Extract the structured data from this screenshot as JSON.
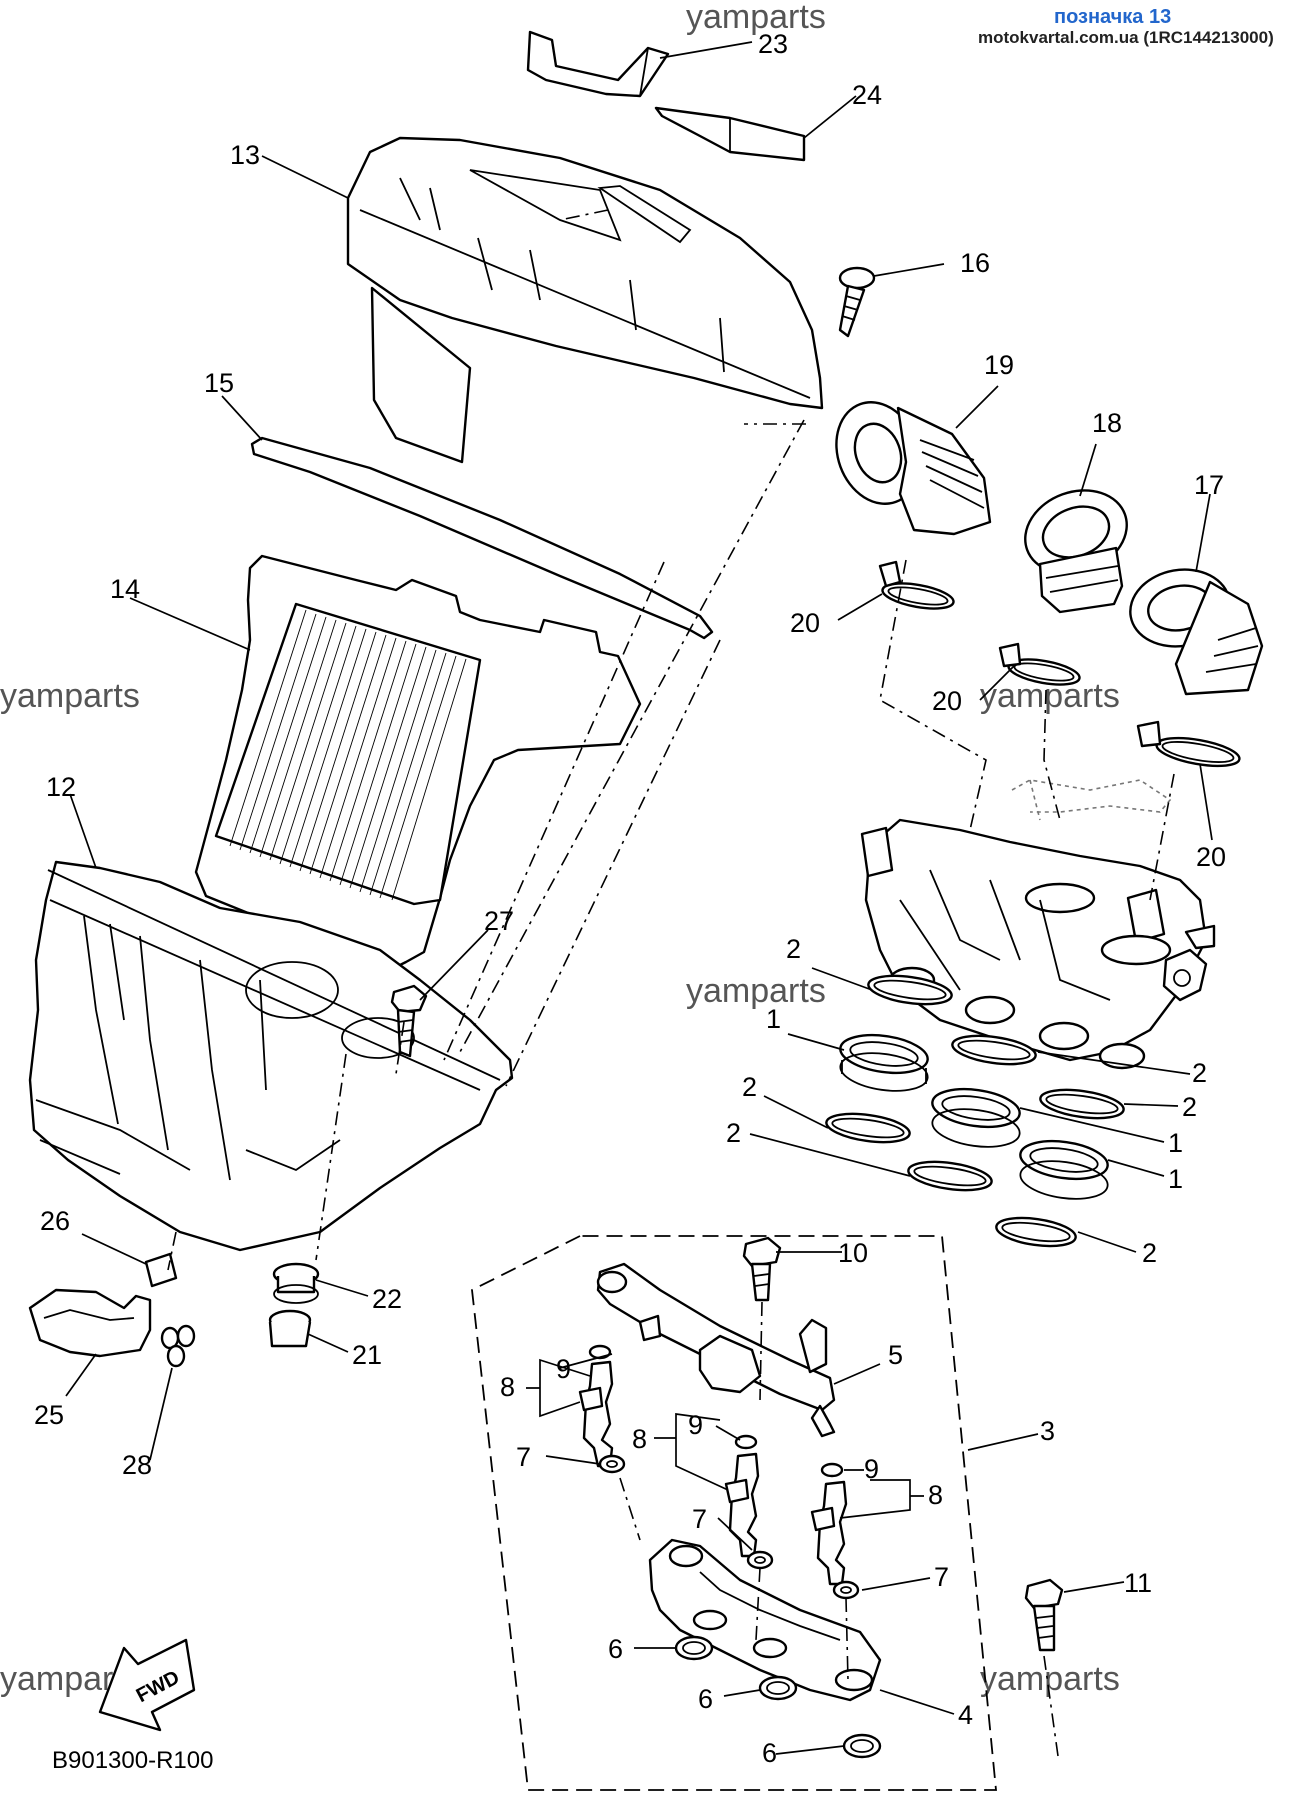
{
  "header": {
    "label": "позначка 13",
    "source": "motokvartal.com.ua (1RC144213000)"
  },
  "watermarks": [
    "yamparts",
    "yamparts",
    "yamparts",
    "yamparts",
    "yamparts",
    "yamparts"
  ],
  "diagram_code": "B901300-R100",
  "fwd_label": "FWD",
  "callouts": [
    "23",
    "24",
    "13",
    "16",
    "19",
    "18",
    "17",
    "15",
    "14",
    "20",
    "20",
    "20",
    "12",
    "27",
    "2",
    "1",
    "2",
    "2",
    "2",
    "2",
    "1",
    "1",
    "2",
    "26",
    "22",
    "21",
    "25",
    "28",
    "10",
    "5",
    "3",
    "9",
    "8",
    "9",
    "8",
    "7",
    "9",
    "8",
    "7",
    "7",
    "11",
    "6",
    "6",
    "4",
    "6"
  ]
}
